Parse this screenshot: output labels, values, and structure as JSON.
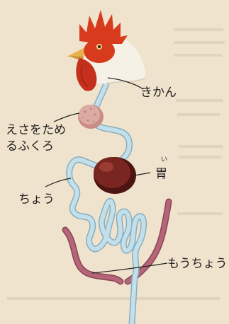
{
  "labels": {
    "trachea": "きかん",
    "crop_line1": "えさをため",
    "crop_line2": "るふくろ",
    "stomach": "胃",
    "stomach_ruby": "い",
    "intestine": "ちょう",
    "cecum": "もうちょう"
  },
  "colors": {
    "paper": "#efe3cd",
    "comb": "#d83a1e",
    "wattle": "#c4301c",
    "feathers": "#f6f1e6",
    "beak": "#e8b24a",
    "tube": "#b9d8e4",
    "tube_outline": "#86afc1",
    "crop": "#d79f97",
    "gizzard": "#6b1f1b",
    "cecum": "#a35a6a",
    "text": "#231f20"
  }
}
